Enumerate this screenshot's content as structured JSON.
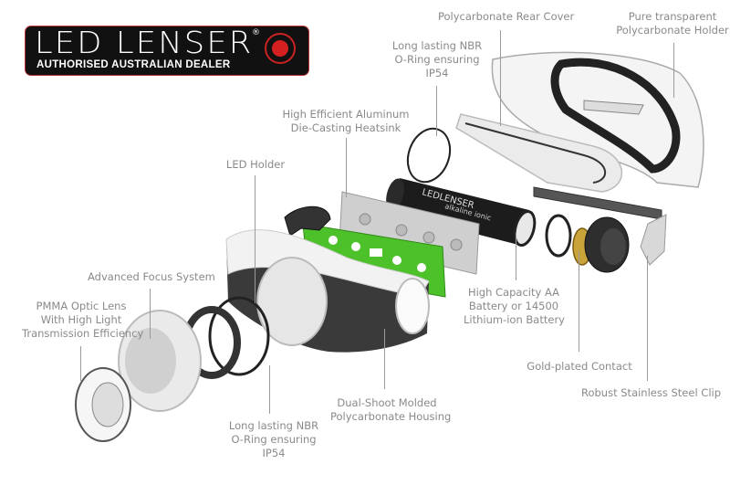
{
  "logo": {
    "brand": "LED LENSER",
    "registered": "®",
    "tagline": "AUTHORISED AUSTRALIAN DEALER",
    "brand_color": "#111111",
    "accent_color": "#d42020"
  },
  "battery": {
    "brand_text": "LEDLENSER",
    "type_text": "alkaline ionic"
  },
  "labels": [
    {
      "id": "rear-cover",
      "lines": [
        "Polycarbonate Rear Cover"
      ]
    },
    {
      "id": "transparent-holder",
      "lines": [
        "Pure transparent",
        "Polycarbonate Holder"
      ]
    },
    {
      "id": "oring-top",
      "lines": [
        "Long lasting NBR",
        "O-Ring ensuring",
        "IP54"
      ]
    },
    {
      "id": "heatsink",
      "lines": [
        "High Efficient Aluminum",
        "Die-Casting Heatsink"
      ]
    },
    {
      "id": "led-holder",
      "lines": [
        "LED Holder"
      ]
    },
    {
      "id": "focus-system",
      "lines": [
        "Advanced Focus System"
      ]
    },
    {
      "id": "optic-lens",
      "lines": [
        "PMMA Optic Lens",
        "With High Light",
        "Transmission Efficiency"
      ]
    },
    {
      "id": "battery",
      "lines": [
        "High Capacity AA",
        "Battery or 14500",
        "Lithium-ion  Battery"
      ]
    },
    {
      "id": "gold-contact",
      "lines": [
        "Gold-plated Contact"
      ]
    },
    {
      "id": "steel-clip",
      "lines": [
        "Robust Stainless Steel Clip"
      ]
    },
    {
      "id": "housing",
      "lines": [
        "Dual-Shoot Molded",
        "Polycarbonate Housing"
      ]
    },
    {
      "id": "oring-bottom",
      "lines": [
        "Long lasting NBR",
        "O-Ring ensuring",
        "IP54"
      ]
    }
  ],
  "colors": {
    "label_text": "#8a8a8a",
    "pcb_green": "#4cc12a",
    "housing_dark": "#3a3a3a",
    "gold": "#c9a43a"
  }
}
